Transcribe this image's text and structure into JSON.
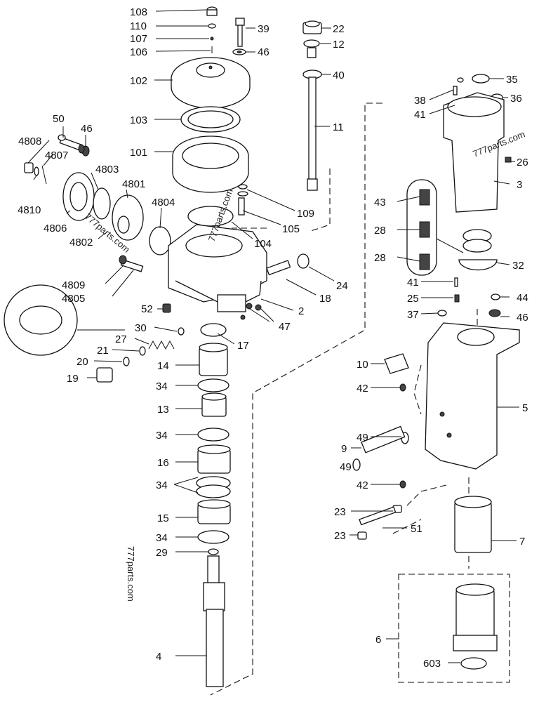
{
  "watermarks": [
    "777parts.com",
    "777parts.com",
    "777parts.com",
    "777parts.com"
  ],
  "callouts": [
    "108",
    "110",
    "107",
    "106",
    "39",
    "46",
    "22",
    "12",
    "40",
    "102",
    "103",
    "101",
    "11",
    "50",
    "46",
    "4808",
    "4807",
    "4803",
    "4801",
    "4804",
    "4810",
    "4806",
    "4802",
    "109",
    "105",
    "104",
    "4809",
    "4805",
    "24",
    "18",
    "52",
    "2",
    "47",
    "30",
    "17",
    "27",
    "21",
    "20",
    "19",
    "14",
    "34",
    "13",
    "34",
    "16",
    "34",
    "15",
    "34",
    "29",
    "4",
    "35",
    "36",
    "38",
    "41",
    "26",
    "3",
    "43",
    "28",
    "28",
    "32",
    "41",
    "44",
    "25",
    "46",
    "37",
    "10",
    "42",
    "5",
    "49",
    "9",
    "49",
    "42",
    "23",
    "51",
    "23",
    "7",
    "6",
    "603"
  ]
}
